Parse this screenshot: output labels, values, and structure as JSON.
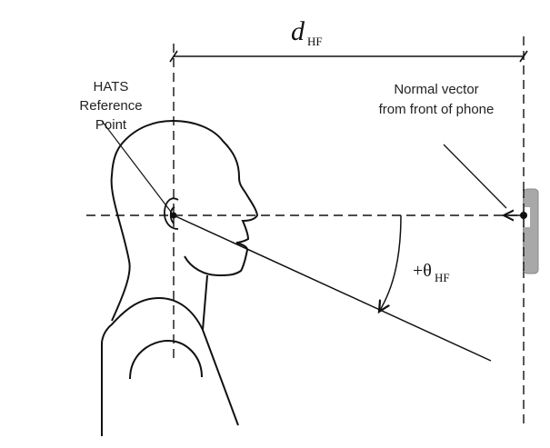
{
  "labels": {
    "hats_line1": "HATS",
    "hats_line2": "Reference",
    "hats_line3": "Point",
    "normal_line1": "Normal vector",
    "normal_line2": "from front of phone",
    "distance_symbol": "d",
    "distance_subscript": "HF",
    "angle_prefix": "+θ",
    "angle_subscript": "HF"
  },
  "colors": {
    "line": "#111111",
    "phone": "#a8a8a8"
  }
}
